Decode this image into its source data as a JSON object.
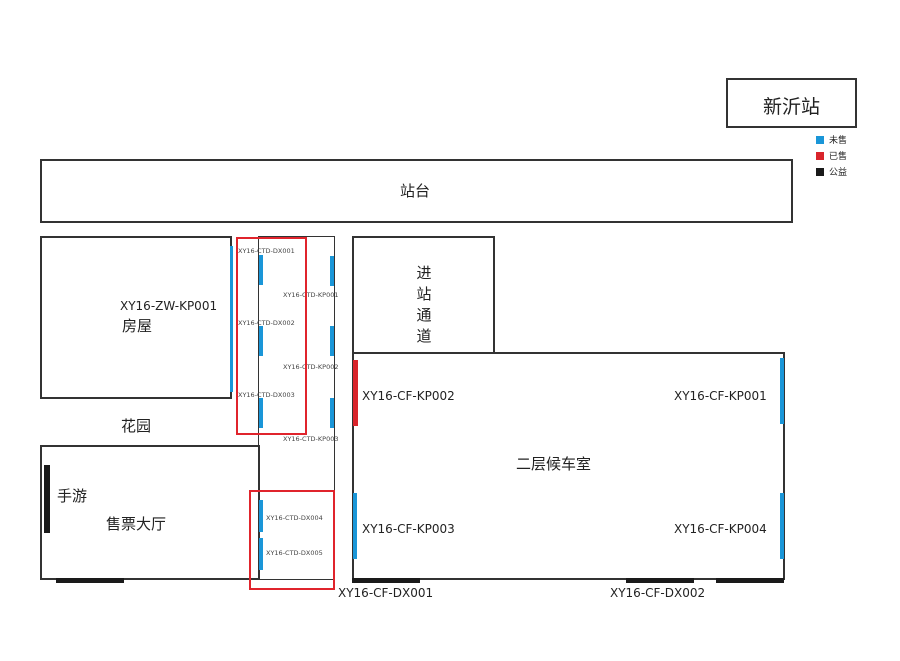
{
  "station": {
    "name": "新沂站"
  },
  "legend": [
    {
      "label": "未售",
      "color": "#1a96d8"
    },
    {
      "label": "已售",
      "color": "#d9242b"
    },
    {
      "label": "公益",
      "color": "#1a1a1a"
    }
  ],
  "areas": {
    "platform": "站台",
    "house": "房屋",
    "garden": "花园",
    "entrance_passage": [
      "进",
      "站",
      "通",
      "道"
    ],
    "ticket_hall": "售票大厅",
    "tourism": "手游",
    "waiting_room": "二层候车室"
  },
  "spots": {
    "zw_kp001": "XY16-ZW-KP001",
    "ctd_dx001": "XY16-CTD-DX001",
    "ctd_dx002": "XY16-CTD-DX002",
    "ctd_dx003": "XY16-CTD-DX003",
    "ctd_dx004": "XY16-CTD-DX004",
    "ctd_dx005": "XY16-CTD-DX005",
    "ctd_kp001": "XY16-CTD-KP001",
    "ctd_kp002": "XY16-CTD-KP002",
    "ctd_kp003": "XY16-CTD-KP003",
    "cf_kp001": "XY16-CF-KP001",
    "cf_kp002": "XY16-CF-KP002",
    "cf_kp003": "XY16-CF-KP003",
    "cf_kp004": "XY16-CF-KP004",
    "cf_dx001": "XY16-CF-DX001",
    "cf_dx002": "XY16-CF-DX002"
  }
}
